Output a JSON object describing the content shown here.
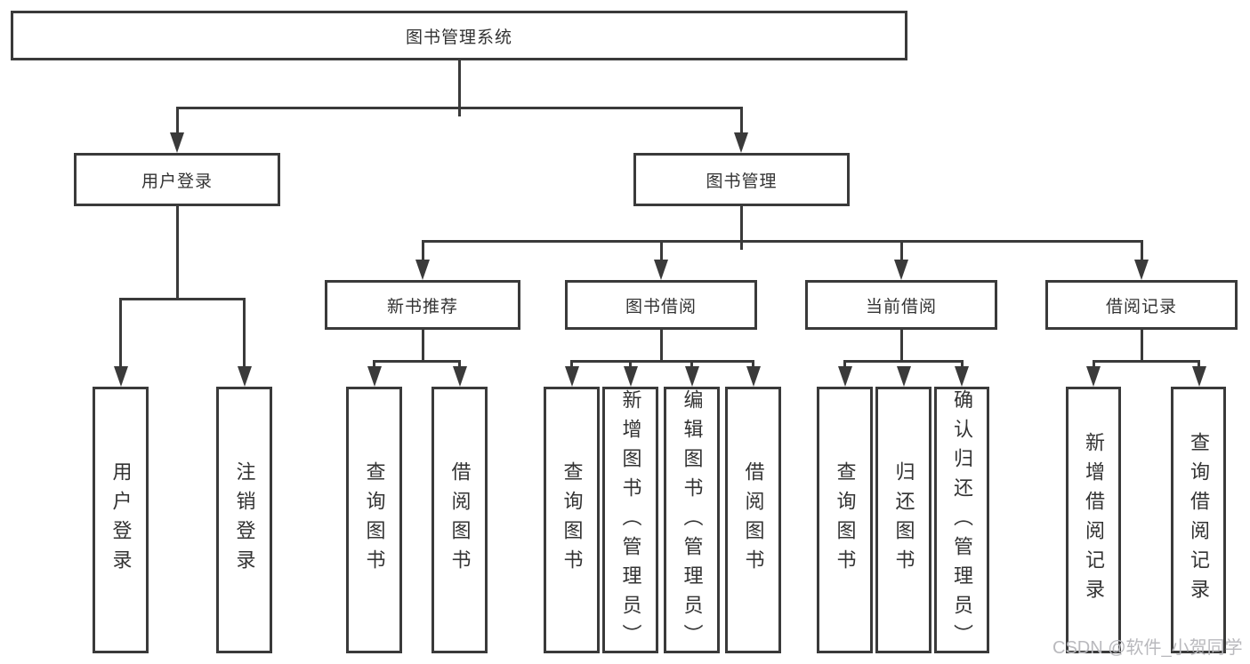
{
  "diagram": {
    "root": {
      "label": "图书管理系统"
    },
    "branches": [
      {
        "label": "用户登录",
        "children": [
          {
            "label": "用户登录"
          },
          {
            "label": "注销登录"
          }
        ]
      },
      {
        "label": "图书管理",
        "children": [
          {
            "label": "新书推荐",
            "children": [
              {
                "label": "查询图书"
              },
              {
                "label": "借阅图书"
              }
            ]
          },
          {
            "label": "图书借阅",
            "children": [
              {
                "label": "查询图书"
              },
              {
                "label": "新增图书（管理员）"
              },
              {
                "label": "编辑图书（管理员）"
              },
              {
                "label": "借阅图书"
              }
            ]
          },
          {
            "label": "当前借阅",
            "children": [
              {
                "label": "查询图书"
              },
              {
                "label": "归还图书"
              },
              {
                "label": "确认归还（管理员）"
              }
            ]
          },
          {
            "label": "借阅记录",
            "children": [
              {
                "label": "新增借阅记录"
              },
              {
                "label": "查询借阅记录"
              }
            ]
          }
        ]
      }
    ]
  },
  "watermark": {
    "text": "CSDN @软件_小贺同学"
  },
  "colors": {
    "line": "#3a3a3a",
    "text": "#333333",
    "background": "#ffffff",
    "watermark": "#b9b9bd"
  }
}
